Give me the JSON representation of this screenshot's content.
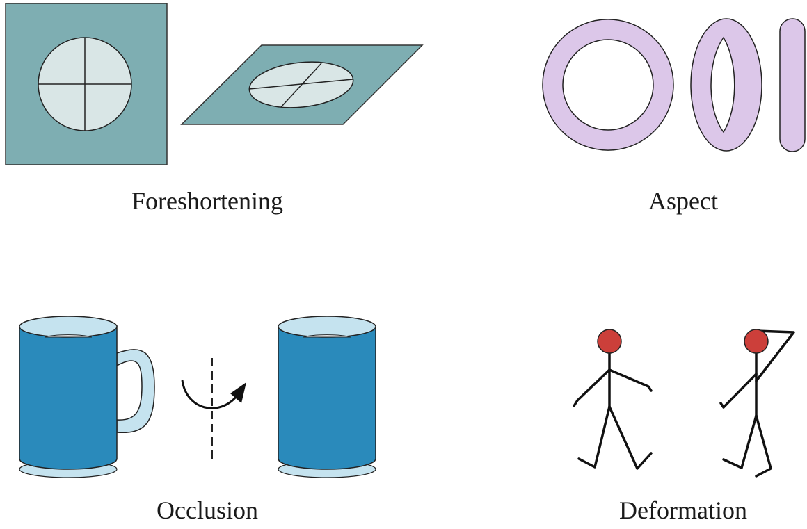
{
  "panels": [
    {
      "id": "foreshortening",
      "label": "Foreshortening"
    },
    {
      "id": "aspect",
      "label": "Aspect"
    },
    {
      "id": "occlusion",
      "label": "Occlusion"
    },
    {
      "id": "deformation",
      "label": "Deformation"
    }
  ],
  "colors": {
    "plate": "#7eaeb2",
    "disc": "#d9e6e6",
    "torus": "#dcc7e9",
    "mug_body": "#2a8abb",
    "mug_rim": "#c5e3ef",
    "head": "#cc3f3a",
    "stroke": "#222222"
  }
}
